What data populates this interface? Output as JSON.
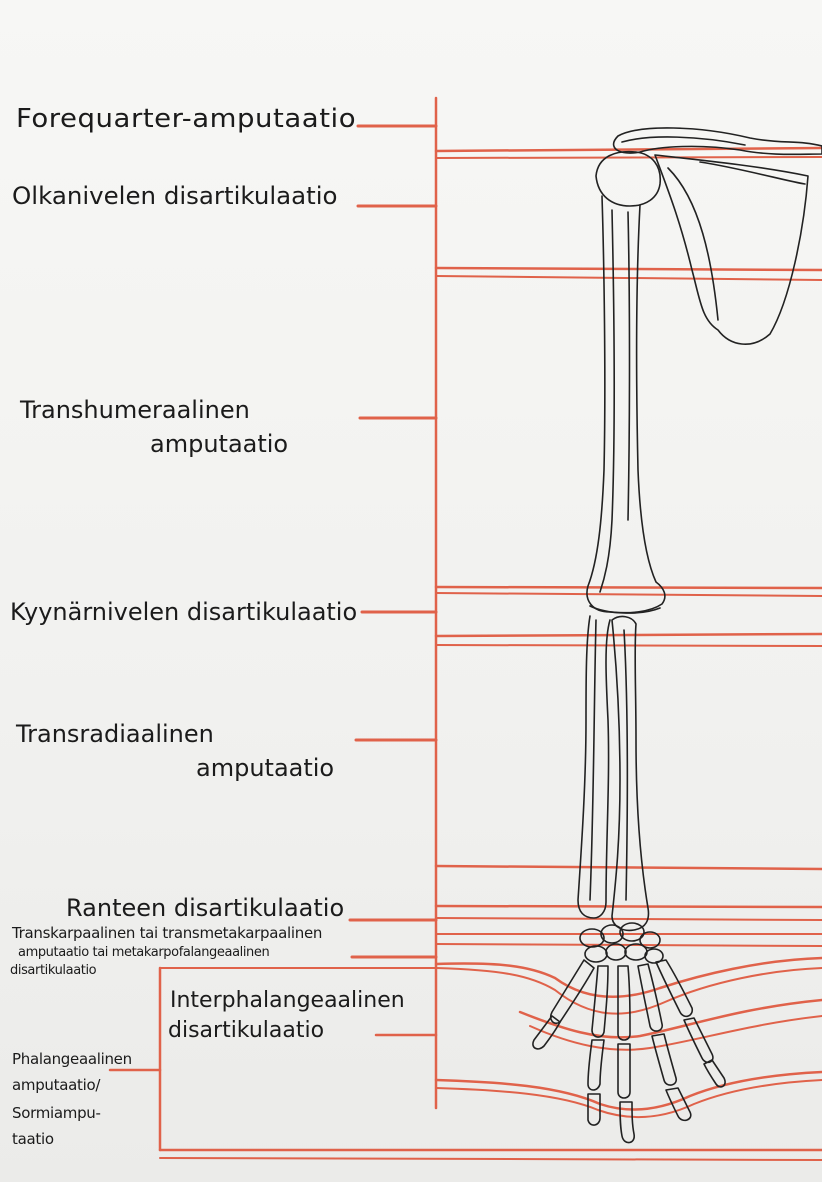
{
  "labels": {
    "forequarter": "Forequarter-amputaatio",
    "olkanivelen": "Olkanivelen disartikulaatio",
    "transhumeral_1": "Transhumeraalinen",
    "transhumeral_2": "amputaatio",
    "kyynarnivelen": "Kyynärnivelen disartikulaatio",
    "transradial_1": "Transradiaalinen",
    "transradial_2": "amputaatio",
    "ranteen": "Ranteen disartikulaatio",
    "transkarp_1": "Transkarpaalinen tai transmetakarpaalinen",
    "transkarp_2": "amputaatio tai metakarpofalangeaalinen",
    "transkarp_3": "disartikulaatio",
    "interphal_1": "Interphalangeaalinen",
    "interphal_2": "disartikulaatio",
    "phal_1": "Phalangeaalinen",
    "phal_2": "amputaatio/",
    "phal_3": "Sormiampu-",
    "phal_4": "taatio"
  },
  "colors": {
    "paper": "#f4f4f2",
    "pencil": "#222222",
    "red_pencil": "#e0624a"
  }
}
